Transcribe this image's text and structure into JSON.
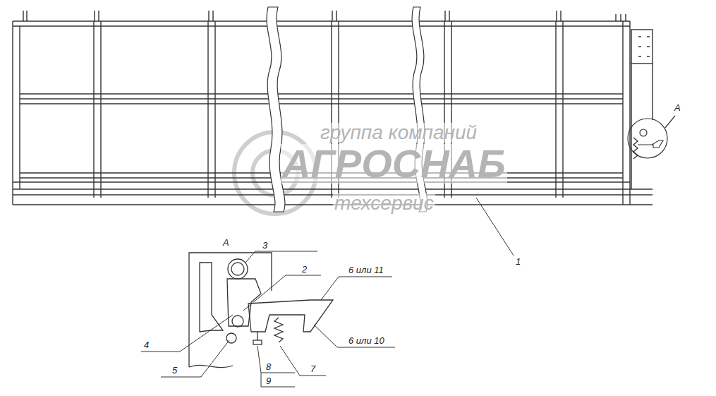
{
  "diagram": {
    "labels": [
      "группа компаний",
      "АГРОСНАБ",
      "техсервис",
      "А",
      "А",
      "1",
      "2",
      "3",
      "4",
      "5",
      "6 или 11",
      "6 или 10",
      "7",
      "8",
      "9"
    ]
  }
}
